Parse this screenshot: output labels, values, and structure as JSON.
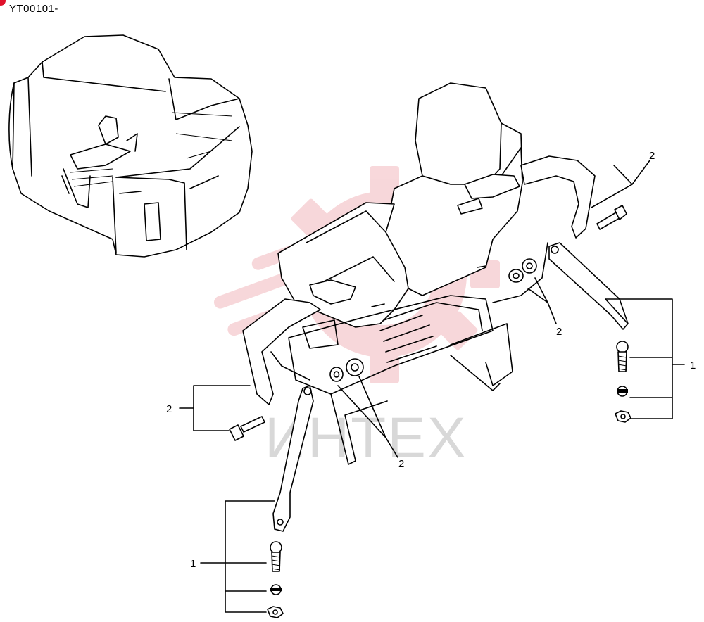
{
  "diagram": {
    "code": "YT00101-",
    "watermark": "ИНТЕХ",
    "callouts": {
      "top_right_belt": "2",
      "right_washers": "2",
      "right_group": "1",
      "left_bolt": "2",
      "center_washers": "2",
      "bottom_group": "1"
    },
    "colors": {
      "watermark_gear": "#f2b8bd",
      "corner_mark": "#e0112b"
    }
  }
}
